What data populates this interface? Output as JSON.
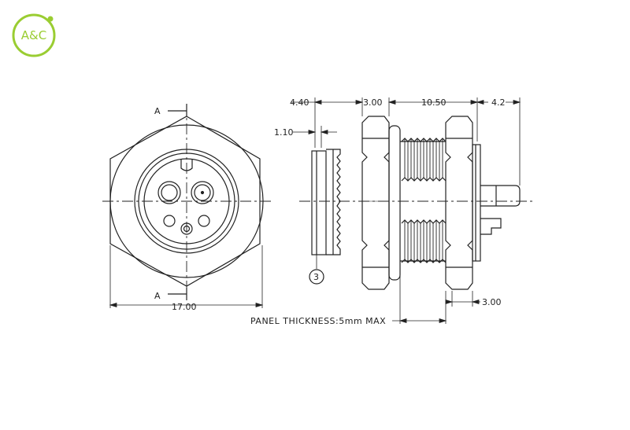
{
  "logo": {
    "text": "A&C",
    "color": "#9acd32"
  },
  "section_marks": {
    "top": "A",
    "bottom": "A"
  },
  "dimensions": {
    "front_width": "17.00",
    "d_4_40": "4.40",
    "d_3_00_top": "3.00",
    "d_10_50": "10.50",
    "d_4_2": "4.2",
    "d_1_10": "1.10",
    "d_3_00_bottom": "3.00"
  },
  "balloon": "3",
  "note": "PANEL THICKNESS:5mm MAX",
  "colors": {
    "line": "#222222",
    "background": "#ffffff"
  }
}
